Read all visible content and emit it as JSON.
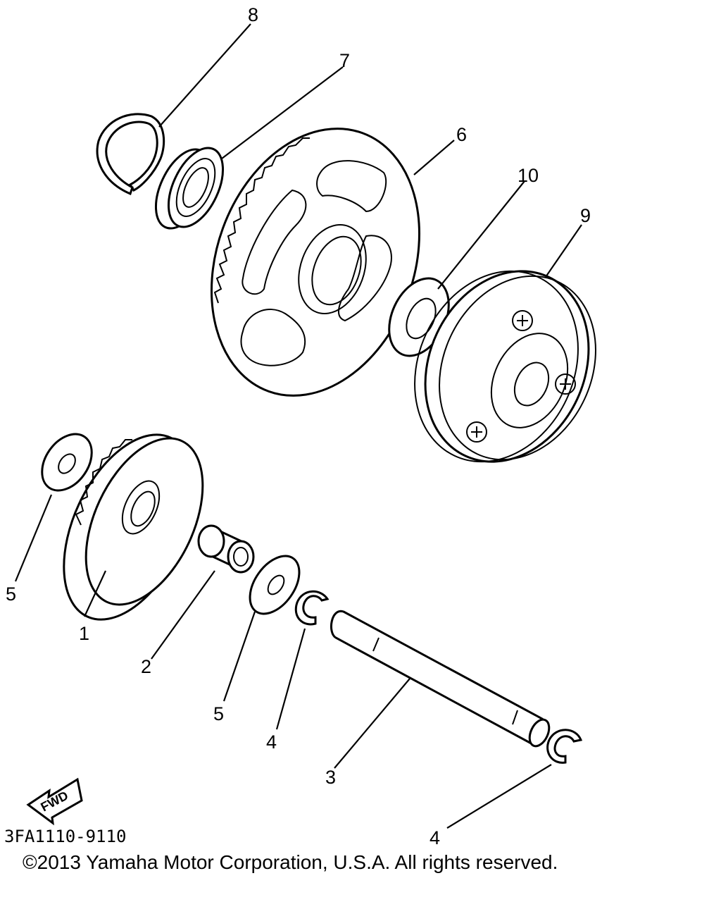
{
  "callouts": {
    "c1": "1",
    "c2": "2",
    "c3": "3",
    "c4a": "4",
    "c4b": "4",
    "c5a": "5",
    "c5b": "5",
    "c6": "6",
    "c7": "7",
    "c8": "8",
    "c9": "9",
    "c10": "10"
  },
  "fwd_label": "FWD",
  "drawing_code": "3FA1110-9110",
  "copyright": "©2013 Yamaha Motor Corporation, U.S.A. All rights reserved."
}
